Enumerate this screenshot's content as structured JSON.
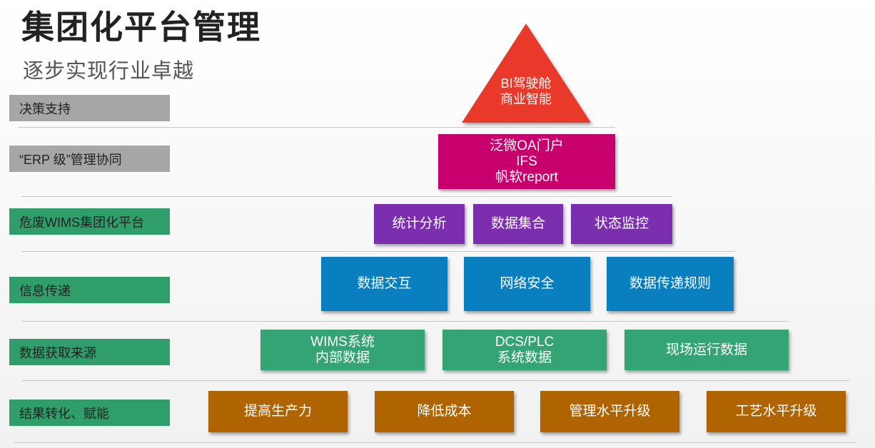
{
  "title": "集团化平台管理",
  "subtitle": "逐步实现行业卓越",
  "layers": [
    {
      "label": "决策支持"
    },
    {
      "label": "“ERP 级”管理协同"
    },
    {
      "label": "危废WIMS集团化平台"
    },
    {
      "label": "信息传递"
    },
    {
      "label": "数据获取来源"
    },
    {
      "label": "结果转化、赋能"
    }
  ],
  "pyramid": {
    "top": [
      "BI驾驶舱",
      "商业智能"
    ],
    "erp": [
      "泛微OA门户",
      "IFS",
      "帆软report"
    ],
    "platform": [
      "统计分析",
      "数据集合",
      "状态监控"
    ],
    "transfer": [
      "数据交互",
      "网络安全",
      "数据传递规则"
    ],
    "sources": [
      [
        "WIMS系统",
        "内部数据"
      ],
      [
        "DCS/PLC",
        "系统数据"
      ],
      [
        "现场运行数据"
      ]
    ],
    "results": [
      "提高生产力",
      "降低成本",
      "管理水平升级",
      "工艺水平升级"
    ]
  },
  "colors": {
    "top": "#e8392a",
    "erp": "#c8006e",
    "platform": "#7b2fae",
    "transfer": "#0a7fc0",
    "sources": "#34a474",
    "results": "#b06400",
    "label_gray": "#a6a6a6",
    "label_green": "#2f9e6b"
  }
}
